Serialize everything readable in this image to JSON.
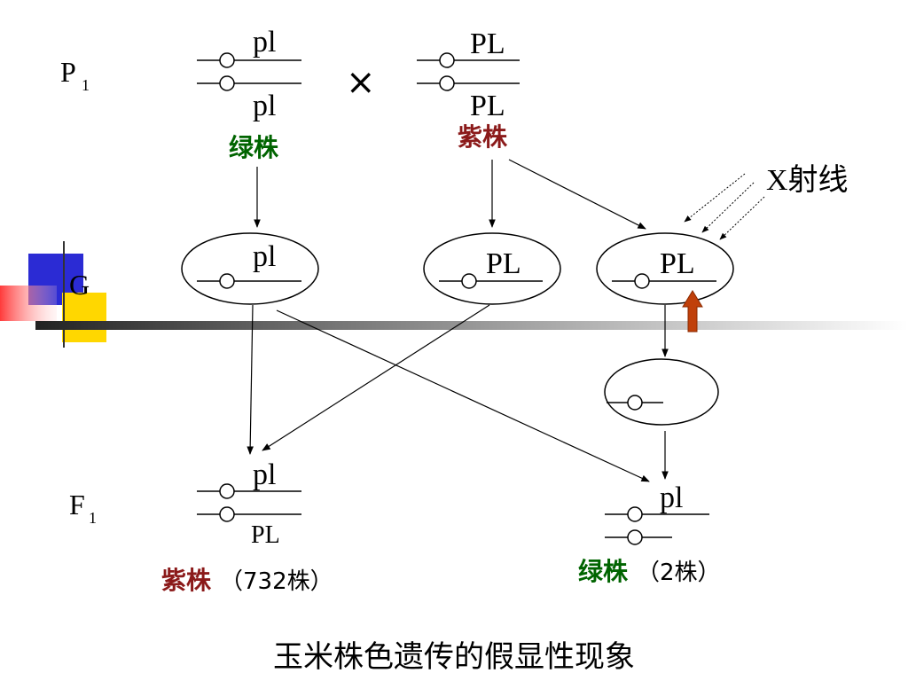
{
  "colors": {
    "green": "#006400",
    "purple": "#8b1a1a",
    "highlight_arrow": "#c0400a",
    "deco_blue": "#2b2bd4",
    "deco_yellow": "#ffd700",
    "deco_red": "#ff4040"
  },
  "generations": {
    "p1": {
      "label": "P",
      "sub": "1"
    },
    "g": {
      "label": "G"
    },
    "f1": {
      "label": "F",
      "sub": "1"
    }
  },
  "parents": {
    "left": {
      "top_allele": "pl",
      "bottom_allele": "pl",
      "phenotype": "绿株"
    },
    "cross_symbol": "×",
    "right": {
      "top_allele": "PL",
      "bottom_allele": "PL",
      "phenotype": "紫株"
    }
  },
  "xray_label": "X射线",
  "gametes": [
    {
      "allele": "pl"
    },
    {
      "allele": "PL"
    },
    {
      "allele": "PL"
    }
  ],
  "f1": {
    "left": {
      "top_allele": "pl",
      "bottom_allele": "PL",
      "phenotype": "紫株",
      "count": "（732株）"
    },
    "right": {
      "top_allele": "pl",
      "phenotype": "绿株",
      "count": "（2株）"
    }
  },
  "title": "玉米株色遗传的假显性现象"
}
